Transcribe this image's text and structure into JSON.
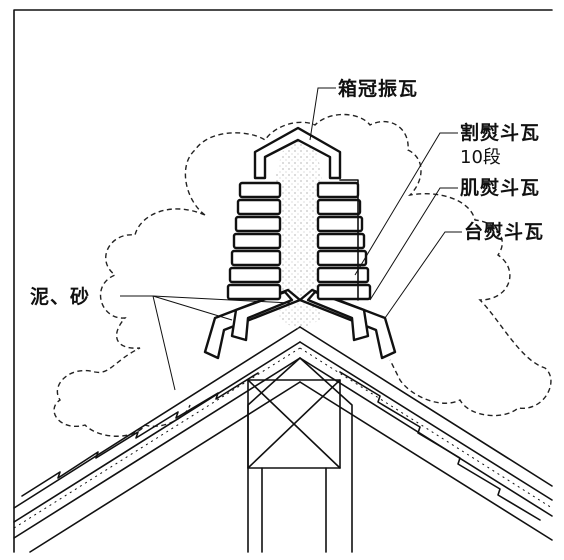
{
  "labels": {
    "hakokanmuri": "箱冠振瓦",
    "warinoshi": "割熨斗瓦",
    "dan": "10段",
    "hadanoshi": "肌熨斗瓦",
    "dainoshi": "台熨斗瓦",
    "doro": "泥、砂"
  },
  "colors": {
    "ink": "#111111",
    "paper": "#ffffff",
    "mortar": "#cccccc"
  }
}
